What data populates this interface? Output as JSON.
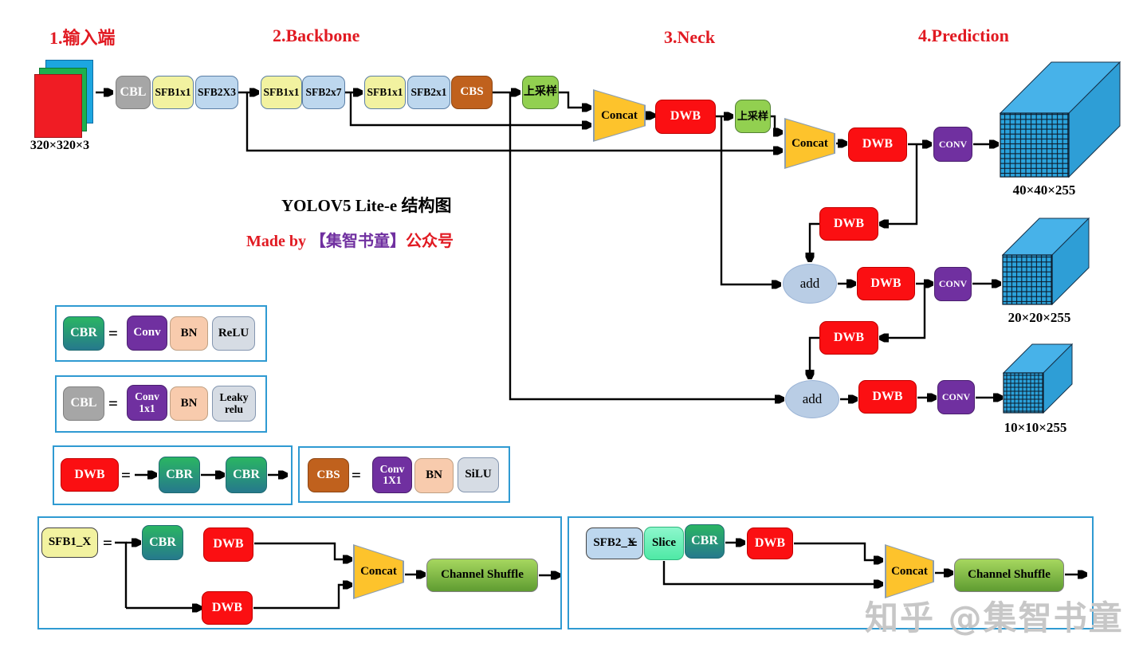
{
  "headers": {
    "input": "1.输入端",
    "backbone": "2.Backbone",
    "neck": "3.Neck",
    "prediction": "4.Prediction"
  },
  "title": {
    "main": "YOLOV5 Lite-e 结构图",
    "made_by": "Made by",
    "brand": "【集智书童】",
    "channel": "公众号"
  },
  "input": {
    "label": "320×320×3"
  },
  "nodes": {
    "cbl": "CBL",
    "sfb1x1": "SFB1x1",
    "sfb2x3": "SFB2X3",
    "sfb2x7": "SFB2x7",
    "sfb2x1": "SFB2x1",
    "cbs": "CBS",
    "upsample": "上采样",
    "concat": "Concat",
    "dwb": "DWB",
    "conv": "CONV",
    "add": "add",
    "cbr": "CBR",
    "conv_full": "Conv",
    "conv_1x1": {
      "l1": "Conv",
      "l2": "1x1"
    },
    "conv_1X1": {
      "l1": "Conv",
      "l2": "1X1"
    },
    "bn": "BN",
    "relu": "ReLU",
    "leaky": {
      "l1": "Leaky",
      "l2": "relu"
    },
    "silu": "SiLU",
    "slice": "Slice",
    "channel_shuffle": "Channel Shuffle",
    "sfb1_x": "SFB1_X",
    "sfb2_x": "SFB2_X",
    "eq": "="
  },
  "outputs": {
    "p40": "40×40×255",
    "p20": "20×20×255",
    "p10": "10×10×255"
  },
  "watermark": "知乎 @集智书童",
  "colors": {
    "header_red": "#e11a22",
    "block_red": "#fb0f12",
    "block_purple": "#7030a0",
    "block_green": "#92d050",
    "block_yellow": "#f2f2a0",
    "block_blue": "#bdd7ee",
    "block_brown": "#c0611d",
    "concat_yellow": "#fdc32c",
    "add_blue": "#b9cde5",
    "cube_blue": "#2ba3dc",
    "legend_border": "#2f9ad2"
  }
}
